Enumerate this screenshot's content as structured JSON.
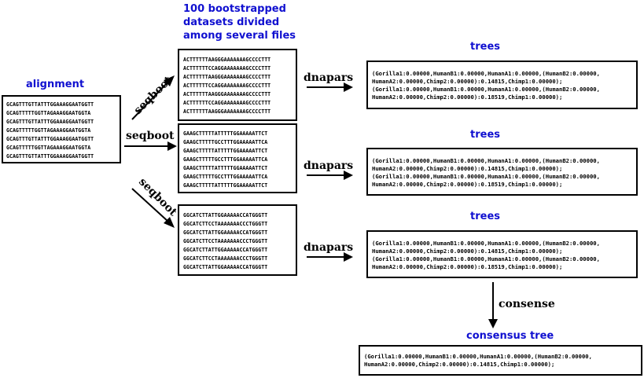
{
  "labels": {
    "alignment": "alignment",
    "bootstrap_line1": "100 bootstrapped",
    "bootstrap_line2": "datasets divided",
    "bootstrap_line3": "among several files",
    "trees": "trees",
    "consensus_tree": "consensus tree"
  },
  "programs": {
    "seqboot": "seqboot",
    "dnapars": "dnapars",
    "consense": "consense"
  },
  "alignment_rows": [
    "GCAGTTTGTTATTTGGAAAGGAATGGTT",
    "GCAGTTTTTGGTTAGAAAGGAATGGTA",
    "GCAGTTTGTTATTTGGAAAGGAATGGTT",
    "GCAGTTTTTGGTTAGAAAGGAATGGTA",
    "GCAGTTTGTTATTTGGAAAGGAATGGTT",
    "GCAGTTTTTGGTTAGAAAGGAATGGTA",
    "GCAGTTTGTTATTTGGAAAGGAATGGTT"
  ],
  "dataset_files": [
    {
      "rows": [
        "ACTTTTTTAAGGGAAAAAAAGCCCCTTT",
        "ACTTTTTTCCAGGAAAAAAAGCCCCTTT",
        "ACTTTTTTAAGGGAAAAAAAGCCCCTTT",
        "ACTTTTTTCCAGGAAAAAAAGCCCCTTT",
        "ACTTTTTTAAGGGAAAAAAAGCCCCTTT",
        "ACTTTTTTCCAGGAAAAAAAGCCCCTTT",
        "ACTTTTTTAAGGGAAAAAAAGCCCCTTT"
      ]
    },
    {
      "rows": [
        "GAAGCTTTTTATTTTTGGAAAAATTCT",
        "GAAGCTTTTTGCCTTTGGAAAAATTCA",
        "GAAGCTTTTTATTTTTGGAAAAATTCT",
        "GAAGCTTTTTGCCTTTGGAAAAATTCA",
        "GAAGCTTTTTATTTTTGGAAAAATTCT",
        "GAAGCTTTTTGCCTTTGGAAAAATTCA",
        "GAAGCTTTTTATTTTTGGAAAAATTCT"
      ]
    },
    {
      "rows": [
        "GGCATCTTATTGGAAAAACCATGGGTT",
        "GGCATCTTCCTAAAAAAACCCTGGGTT",
        "GGCATCTTATTGGAAAAACCATGGGTT",
        "GGCATCTTCCTAAAAAAACCCTGGGTT",
        "GGCATCTTATTGGAAAAACCATGGGTT",
        "GGCATCTTCCTAAAAAAACCCTGGGTT",
        "GGCATCTTATTGGAAAAACCATGGGTT"
      ]
    }
  ],
  "tree_files": [
    {
      "lines": [
        "(Gorilla1:0.00000,HumanB1:0.00000,HumanA1:0.00000,(HumanB2:0.00000,",
        "HumanA2:0.00000,Chimp2:0.00000):0.14815,Chimp1:0.00000);",
        "(Gorilla1:0.00000,HumanB1:0.00000,HumanA1:0.00000,(HumanB2:0.00000,",
        "HumanA2:0.00000,Chimp2:0.00000):0.18519,Chimp1:0.00000);"
      ]
    },
    {
      "lines": [
        "(Gorilla1:0.00000,HumanB1:0.00000,HumanA1:0.00000,(HumanB2:0.00000,",
        "HumanA2:0.00000,Chimp2:0.00000):0.14815,Chimp1:0.00000);",
        "(Gorilla1:0.00000,HumanB1:0.00000,HumanA1:0.00000,(HumanB2:0.00000,",
        "HumanA2:0.00000,Chimp2:0.00000):0.18519,Chimp1:0.00000);"
      ]
    },
    {
      "lines": [
        "(Gorilla1:0.00000,HumanB1:0.00000,HumanA1:0.00000,(HumanB2:0.00000,",
        "HumanA2:0.00000,Chimp2:0.00000):0.14815,Chimp1:0.00000);",
        "(Gorilla1:0.00000,HumanB1:0.00000,HumanA1:0.00000,(HumanB2:0.00000,",
        "HumanA2:0.00000,Chimp2:0.00000):0.18519,Chimp1:0.00000);"
      ]
    }
  ],
  "consensus_lines": [
    "(Gorilla1:0.00000,HumanB1:0.00000,HumanA1:0.00000,(HumanB2:0.00000,",
    "HumanA2:0.00000,Chimp2:0.00000):0.14815,Chimp1:0.00000);"
  ]
}
